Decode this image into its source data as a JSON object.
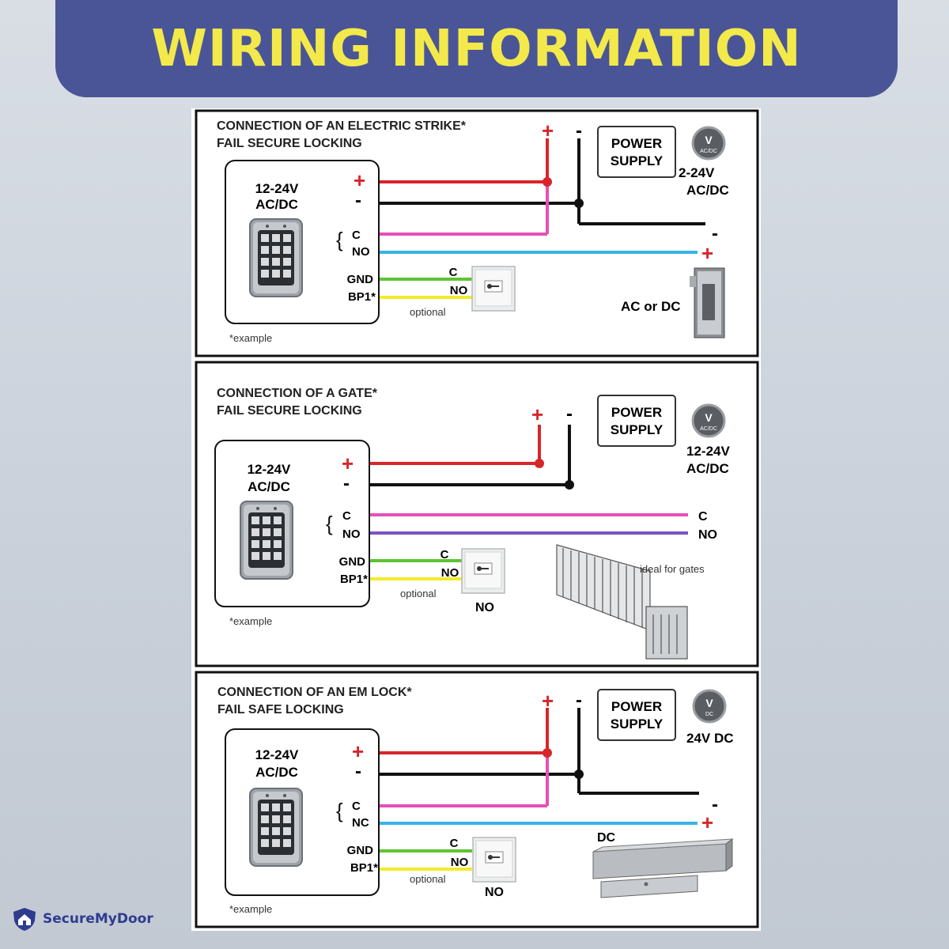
{
  "header": {
    "title": "WIRING INFORMATION"
  },
  "brand": {
    "name": "SecureMyDoor"
  },
  "panels": [
    {
      "title1": "CONNECTION OF AN ELECTRIC STRIKE*",
      "title2": "FAIL SECURE LOCKING",
      "voltage1": "12-24V",
      "voltage2": "AC/DC",
      "plus": "+",
      "minus": "-",
      "term_c": "C",
      "term_no": "NO",
      "term_gnd": "GND",
      "term_bp1": "BP1*",
      "ps1": "POWER",
      "ps2": "SUPPLY",
      "badge_v": "V",
      "badge_sub": "AC/DC",
      "ps_v1": "2-24V",
      "ps_v2": "AC/DC",
      "btn_c": "C",
      "btn_no": "NO",
      "optional": "optional",
      "device_label": "AC or DC",
      "example": "*example"
    },
    {
      "title1": "CONNECTION OF A GATE*",
      "title2": "FAIL SECURE LOCKING",
      "voltage1": "12-24V",
      "voltage2": "AC/DC",
      "plus": "+",
      "minus": "-",
      "term_c": "C",
      "term_no": "NO",
      "term_gnd": "GND",
      "term_bp1": "BP1*",
      "ps1": "POWER",
      "ps2": "SUPPLY",
      "badge_v": "V",
      "badge_sub": "AC/DC",
      "ps_v1": "12-24V",
      "ps_v2": "AC/DC",
      "btn_c": "C",
      "btn_no": "NO",
      "btn_below": "NO",
      "optional": "optional",
      "end_c": "C",
      "end_no": "NO",
      "device_label": "ideal for gates",
      "example": "*example"
    },
    {
      "title1": "CONNECTION OF AN EM LOCK*",
      "title2": "FAIL SAFE LOCKING",
      "voltage1": "12-24V",
      "voltage2": "AC/DC",
      "plus": "+",
      "minus": "-",
      "term_c": "C",
      "term_nc": "NC",
      "term_gnd": "GND",
      "term_bp1": "BP1*",
      "ps1": "POWER",
      "ps2": "SUPPLY",
      "badge_v": "V",
      "badge_sub": "DC",
      "ps_v1": "24V DC",
      "btn_c": "C",
      "btn_no": "NO",
      "btn_below": "NO",
      "optional": "optional",
      "device_label": "DC",
      "example": "*example"
    }
  ],
  "colors": {
    "banner": "#4a5597",
    "title": "#f3e94a",
    "red": "#d7262a",
    "black": "#111111",
    "pink": "#e64fb6",
    "blue": "#38b4e8",
    "purple": "#7b52c4",
    "green": "#5dc433",
    "yellow": "#f2ec2a"
  }
}
